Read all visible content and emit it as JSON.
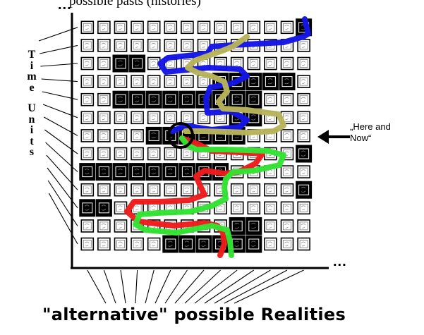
{
  "header": {
    "ellipsis": "...",
    "text": "possible pasts (histories)"
  },
  "axes": {
    "y_label": "Time Units",
    "x_label": "\"alternative\" possible Realities",
    "x_ellipsis": "..."
  },
  "marker": {
    "label_line1": "„Here and",
    "label_line2": "Now“"
  },
  "grid": {
    "rows": 13,
    "cols": 14,
    "highlighted_cells": [
      [
        0,
        13
      ],
      [
        2,
        2
      ],
      [
        2,
        3
      ],
      [
        3,
        8
      ],
      [
        3,
        9
      ],
      [
        3,
        10
      ],
      [
        3,
        11
      ],
      [
        3,
        12
      ],
      [
        4,
        2
      ],
      [
        4,
        3
      ],
      [
        4,
        4
      ],
      [
        4,
        5
      ],
      [
        4,
        6
      ],
      [
        4,
        7
      ],
      [
        4,
        8
      ],
      [
        4,
        9
      ],
      [
        4,
        10
      ],
      [
        5,
        9
      ],
      [
        5,
        10
      ],
      [
        6,
        4
      ],
      [
        6,
        5
      ],
      [
        6,
        6
      ],
      [
        6,
        7
      ],
      [
        6,
        8
      ],
      [
        6,
        9
      ],
      [
        7,
        13
      ],
      [
        8,
        0
      ],
      [
        8,
        1
      ],
      [
        8,
        2
      ],
      [
        8,
        3
      ],
      [
        8,
        4
      ],
      [
        8,
        5
      ],
      [
        8,
        6
      ],
      [
        8,
        7
      ],
      [
        8,
        8
      ],
      [
        9,
        13
      ],
      [
        10,
        0
      ],
      [
        10,
        1
      ],
      [
        11,
        9
      ],
      [
        11,
        10
      ],
      [
        12,
        5
      ],
      [
        12,
        6
      ],
      [
        12,
        7
      ],
      [
        12,
        8
      ],
      [
        12,
        9
      ],
      [
        12,
        10
      ]
    ]
  },
  "paths": [
    {
      "color_name": "blue",
      "color": "#1515e6"
    },
    {
      "color_name": "olive",
      "color": "#b8b45a"
    },
    {
      "color_name": "red",
      "color": "#ee1c1c"
    },
    {
      "color_name": "green",
      "color": "#33e333"
    }
  ],
  "now_marker": {
    "color": "#000000",
    "shape": "circle"
  }
}
